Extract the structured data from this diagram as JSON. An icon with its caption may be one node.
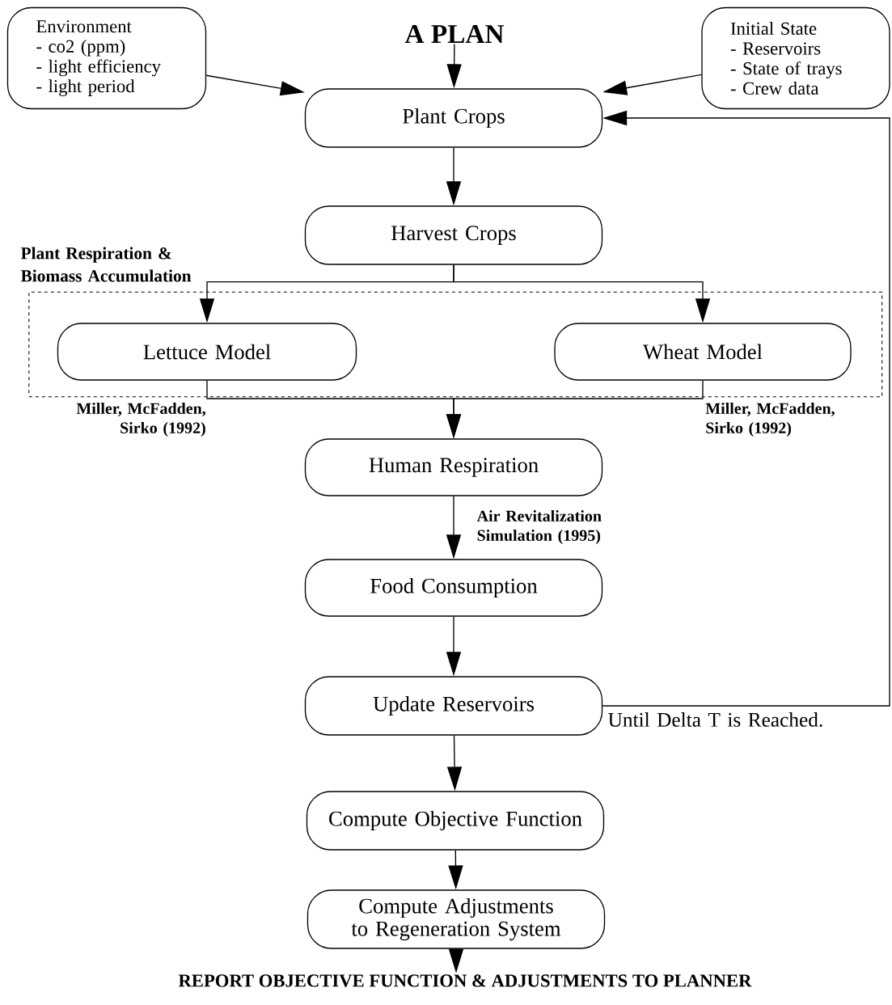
{
  "diagram": {
    "nodes": [
      {
        "text": [
          "Environment",
          "- co2 (ppm)",
          "- light efficiency",
          "- light period"
        ]
      },
      {
        "text": [
          "Initial State",
          "- Reservoirs",
          "- State of trays",
          "- Crew data"
        ]
      },
      {
        "text": [
          "A PLAN"
        ]
      },
      {
        "text": [
          "Plant Crops"
        ]
      },
      {
        "text": [
          "Harvest Crops"
        ]
      },
      {
        "text": [
          "Plant Respiration & Biomass Accumulation"
        ]
      },
      {
        "text": [
          "Lettuce Model"
        ],
        "in": 5,
        "beside": [
          "Miller, McFadden, Sirko (1992)"
        ]
      },
      {
        "text": [
          "Wheat Model"
        ],
        "in": 5,
        "beside": [
          "Miller, McFadden, Sirko (1992)"
        ]
      },
      {
        "text": [
          "Human Respiration"
        ]
      },
      {
        "text": [
          "Food Consumption"
        ]
      },
      {
        "text": [
          "Update Reservoirs"
        ]
      },
      {
        "text": [
          "Compute Objective Function"
        ]
      },
      {
        "text": [
          "Compute Adjustments to Regeneration System"
        ]
      },
      {
        "text": [
          "REPORT OBJECTIVE FUNCTION & ADJUSTMENTS TO PLANNER"
        ]
      }
    ],
    "edges": [
      {
        "from": 0,
        "to": 3,
        "arrow": "to"
      },
      {
        "from": 1,
        "to": 3,
        "arrow": "to"
      },
      {
        "from": 2,
        "to": 3,
        "arrow": "to"
      },
      {
        "from": 3,
        "to": 4,
        "arrow": "to"
      },
      {
        "from": 4,
        "to": 6,
        "arrow": "to"
      },
      {
        "from": 4,
        "to": 7,
        "arrow": "to"
      },
      {
        "from": 6,
        "to": 8,
        "arrow": "to"
      },
      {
        "from": 7,
        "to": 8,
        "arrow": "to"
      },
      {
        "from": 8,
        "to": 9,
        "arrow": "to",
        "label": "Air Revitalization Simulation (1995)"
      },
      {
        "from": 9,
        "to": 10,
        "arrow": "to"
      },
      {
        "from": 10,
        "to": 3,
        "arrow": "to",
        "label": "Until Delta T is Reached."
      },
      {
        "from": 10,
        "to": 11,
        "arrow": "to"
      },
      {
        "from": 11,
        "to": 12,
        "arrow": "to"
      },
      {
        "from": 12,
        "to": 13,
        "arrow": "to"
      }
    ]
  }
}
